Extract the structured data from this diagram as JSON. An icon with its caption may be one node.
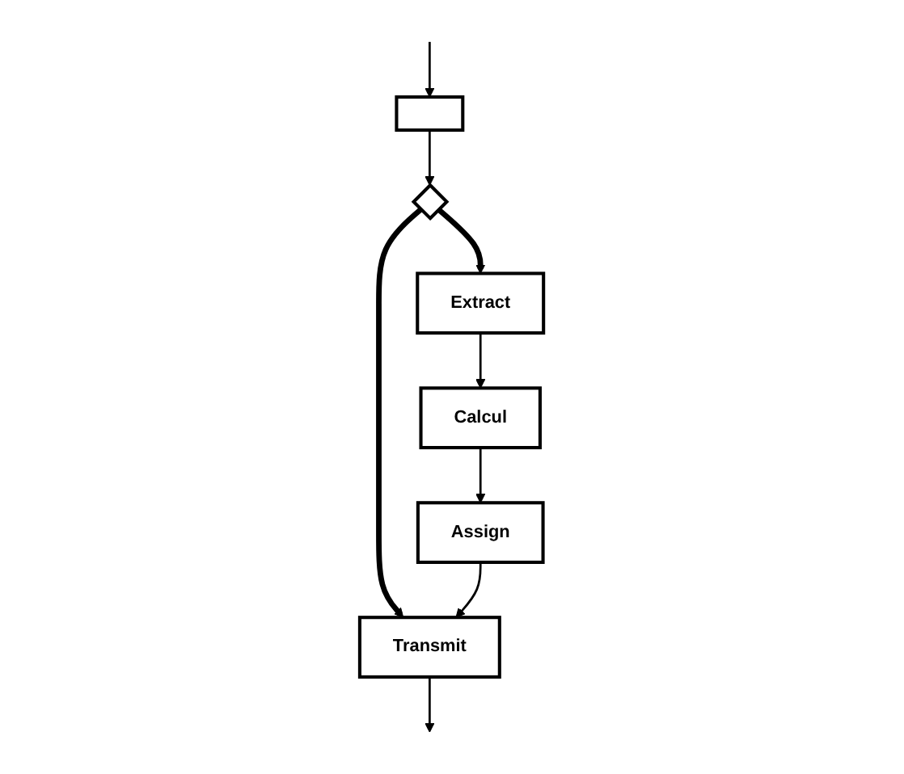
{
  "diagram": {
    "nodes": [
      {
        "text": [],
        "shape": "box"
      },
      {
        "text": [],
        "shape": "diamond"
      },
      {
        "text": [
          "Extract"
        ]
      },
      {
        "text": [
          "Calcul"
        ]
      },
      {
        "text": [
          "Assign"
        ]
      },
      {
        "text": [
          "Transmit"
        ]
      }
    ],
    "edges": [
      {
        "from": null,
        "to": 0,
        "arrow": "to"
      },
      {
        "from": 0,
        "to": 1,
        "arrow": "to"
      },
      {
        "from": 1,
        "to": 2,
        "arrow": "to",
        "style": "thick"
      },
      {
        "from": 1,
        "to": 5,
        "arrow": "to",
        "style": "thick"
      },
      {
        "from": 2,
        "to": 3,
        "arrow": "to"
      },
      {
        "from": 3,
        "to": 4,
        "arrow": "to"
      },
      {
        "from": 4,
        "to": 5,
        "arrow": "to"
      },
      {
        "from": 5,
        "to": null,
        "arrow": "to"
      }
    ]
  }
}
